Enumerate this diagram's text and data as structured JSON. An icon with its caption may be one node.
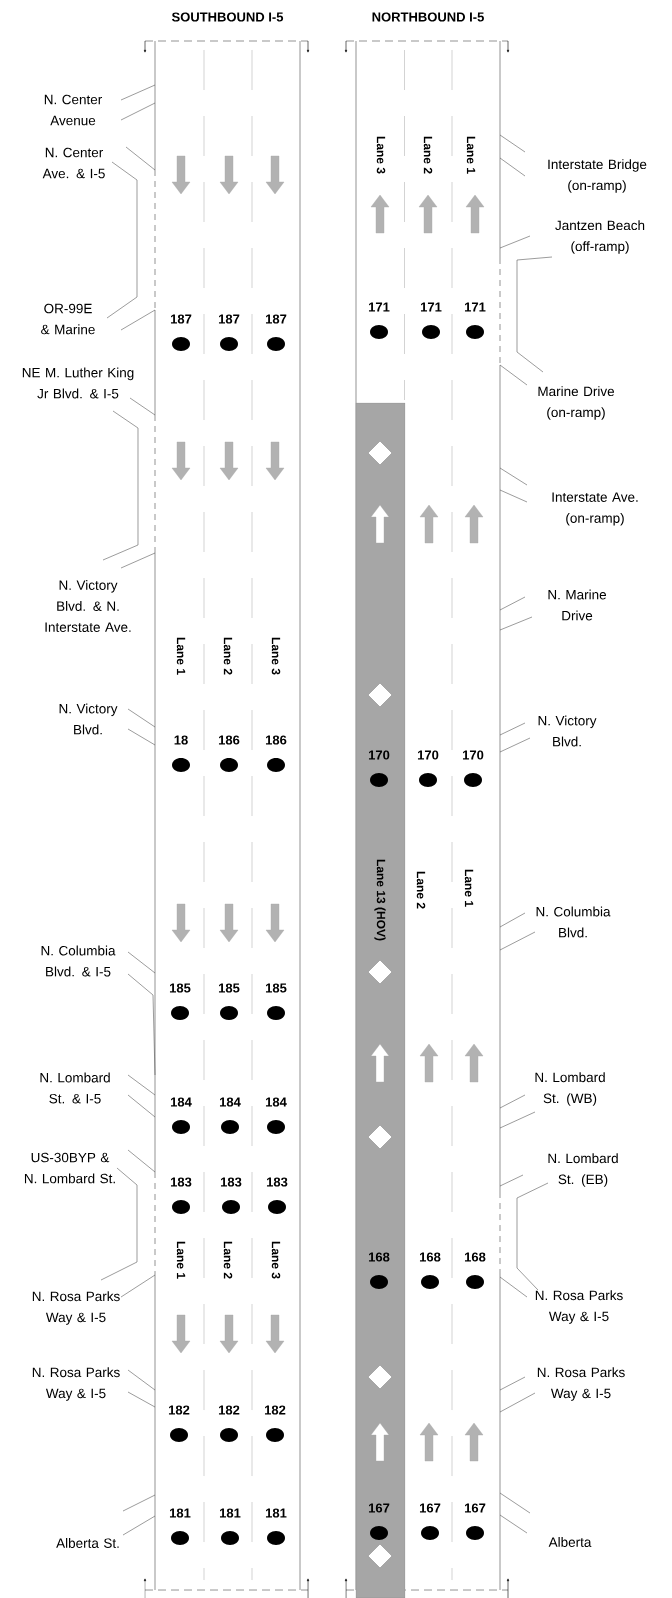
{
  "diagram": {
    "nodes": [
      {
        "text": [
          "SOUTHBOUND I-5"
        ]
      },
      {
        "text": [
          "NORTHBOUND I-5"
        ]
      },
      {
        "text": [
          "Lane 13 (HOV)"
        ],
        "in": 1
      }
    ],
    "labels": [
      "N. Center Avenue",
      "N. Center Ave. & I-5",
      "Lane 3",
      "Lane 2",
      "Lane 1",
      "Interstate Bridge (on-ramp)",
      "Jantzen Beach (off-ramp)",
      "171",
      "171",
      "171",
      "OR-99E & Marine",
      "187",
      "187",
      "187",
      "NE M. Luther King Jr Blvd. & I-5",
      "Marine Drive (on-ramp)",
      "Interstate Ave. (on-ramp)",
      "N. Victory Blvd. & N. Interstate Ave.",
      "N. Marine Drive",
      "Lane 1",
      "Lane 2",
      "Lane 3",
      "N. Victory Blvd.",
      "N. Victory Blvd.",
      "18",
      "186",
      "186",
      "170",
      "170",
      "170",
      "Lane 2",
      "Lane 1",
      "N. Columbia Blvd.",
      "N. Columbia Blvd. & I-5",
      "185",
      "185",
      "185",
      "N. Lombard St. & I-5",
      "N. Lombard St. (WB)",
      "184",
      "184",
      "184",
      "US-30BYP & N. Lombard St.",
      "N. Lombard St. (EB)",
      "183",
      "183",
      "183",
      "Lane 1",
      "Lane 2",
      "Lane 3",
      "168",
      "168",
      "168",
      "N. Rosa Parks Way & I-5",
      "N. Rosa Parks Way & I-5",
      "N. Rosa Parks Way & I-5",
      "N. Rosa Parks Way & I-5",
      "182",
      "182",
      "182",
      "181",
      "181",
      "181",
      "167",
      "167",
      "167",
      "Alberta St.",
      "Alberta"
    ]
  }
}
